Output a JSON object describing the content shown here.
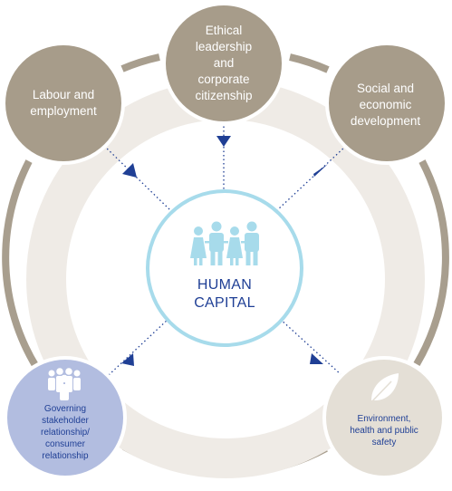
{
  "center": {
    "title": "HUMAN\nCAPITAL"
  },
  "nodes": {
    "ethical": "Ethical\nleadership\nand\ncorporate\ncitizenship",
    "labour": "Labour and\nemployment",
    "social": "Social and\neconomic\ndevelopment",
    "governing": "Governing\nstakeholder\nrelationship/\nconsumer\nrelationship",
    "environment": "Environment,\nhealth and public\nsafety"
  },
  "colors": {
    "node_taupe": "#a79c8a",
    "node_governing": "#b2bde0",
    "node_environment": "#e4dfd6",
    "ring": "#a89e8e",
    "band": "#efebe6",
    "center_border": "#a7dbeb",
    "center_text": "#1f3f95",
    "people_icon": "#a7dbeb",
    "arrow": "#1f3f95"
  },
  "icons": {
    "center": "people-group-icon",
    "governing": "people-crowd-icon",
    "environment": "leaf-icon"
  }
}
